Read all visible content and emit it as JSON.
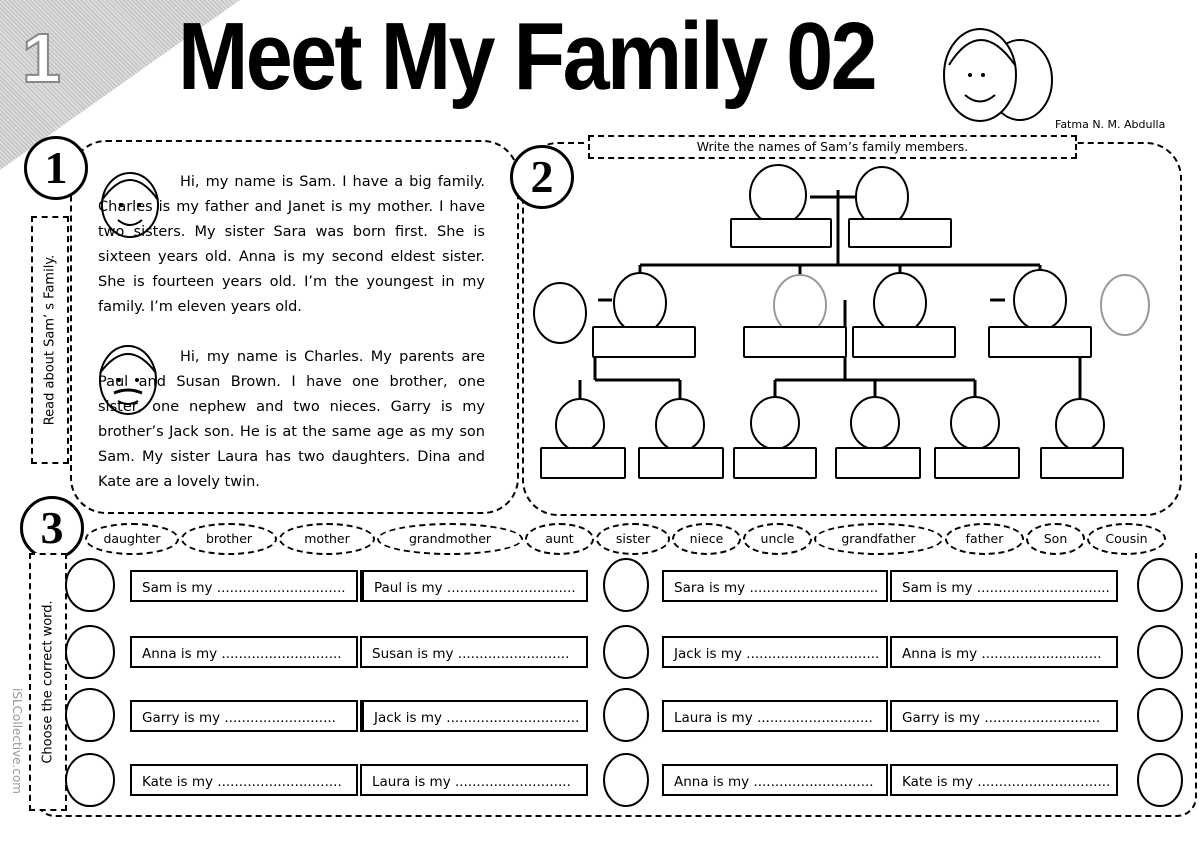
{
  "header": {
    "corner_number": "1",
    "title": "Meet My Family 02",
    "author": "Fatma N. M. Abdulla"
  },
  "section1": {
    "badge": "1",
    "side_label": "Read about Sam’ s Family.",
    "para1": "Hi, my name is Sam. I have a big family. Charles is my father and Janet is my mother. I have two sisters. My sister Sara was born first. She is sixteen years old. Anna is my second eldest sister. She is fourteen years old. I’m the youngest in my family. I’m eleven years old.",
    "para2": "Hi, my name is Charles. My parents are Paul and Susan Brown. I have one brother, one sister, one nephew and two nieces. Garry is my brother’s Jack son. He is at the same age as my son Sam. My sister Laura has two daughters. Dina and Kate are a lovely twin."
  },
  "section2": {
    "badge": "2",
    "instruction": "Write the names of Sam’s family members."
  },
  "section3": {
    "badge": "3",
    "side_label": "Choose the correct word.",
    "words": [
      "daughter",
      "brother",
      "mother",
      "grandmother",
      "aunt",
      "sister",
      "niece",
      "uncle",
      "grandfather",
      "father",
      "Son",
      "Cousin"
    ],
    "rows": [
      [
        "Sam is my ..............................",
        "Paul is my ..............................",
        "Sara is my ..............................",
        "Sam is my ..............................."
      ],
      [
        "Anna is my ............................",
        "Susan is my ..........................",
        "Jack is my ...............................",
        "Anna is my ............................"
      ],
      [
        "Garry is my ..........................",
        "Jack is my ...............................",
        "Laura is my ...........................",
        "Garry is my ..........................."
      ],
      [
        "Kate is my .............................",
        "Laura is my ...........................",
        "Anna is my ............................",
        "Kate is my ..............................."
      ]
    ]
  },
  "watermark": "iSLCollective.com"
}
